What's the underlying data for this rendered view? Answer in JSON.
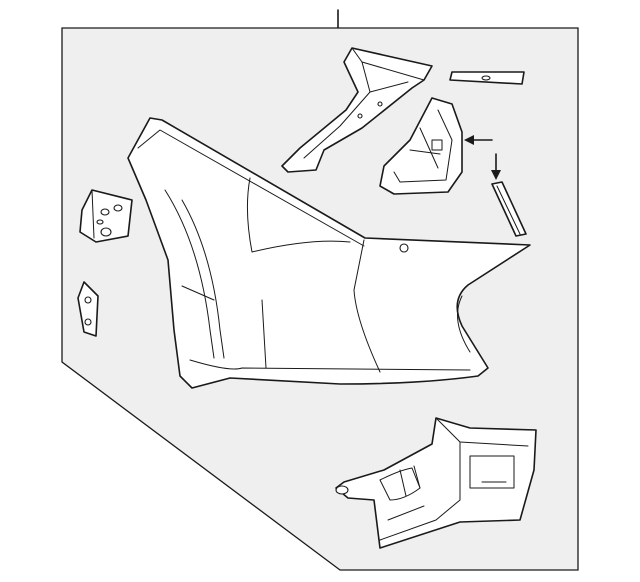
{
  "diagram": {
    "background_color": "#ffffff",
    "panel_color": "#efefef",
    "line_color": "#1a1a1a",
    "parts": [
      "quarter-panel",
      "upper-brace",
      "small-bracket",
      "lamp-housing",
      "narrow-strip",
      "left-bracket-upper",
      "left-bracket-lower",
      "lower-extension"
    ]
  }
}
